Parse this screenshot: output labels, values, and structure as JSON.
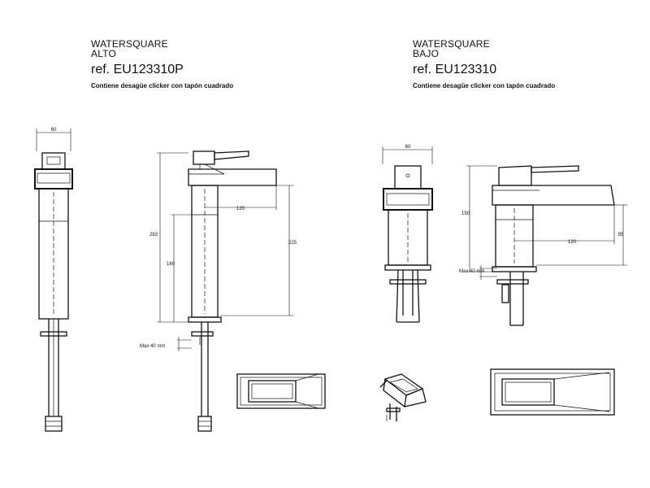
{
  "models": [
    {
      "series": "WATERSQUARE",
      "variant": "ALTO",
      "ref": "ref. EU123310P",
      "description": "Contiene desagüe clicker con tapón cuadrado",
      "dims": {
        "width": "60",
        "total_height": "283",
        "spout_reach": "120",
        "spout_height": "225",
        "body_height": "160",
        "max_deck": "Max 40 mm"
      }
    },
    {
      "series": "WATERSQUARE",
      "variant": "BAJO",
      "ref": "ref. EU123310",
      "description": "Contiene desagüe clicker con tapón cuadrado",
      "dims": {
        "width": "60",
        "total_height": "150",
        "spout_reach": "120",
        "spout_height": "95",
        "max_deck": "Max 40 mm"
      }
    }
  ]
}
